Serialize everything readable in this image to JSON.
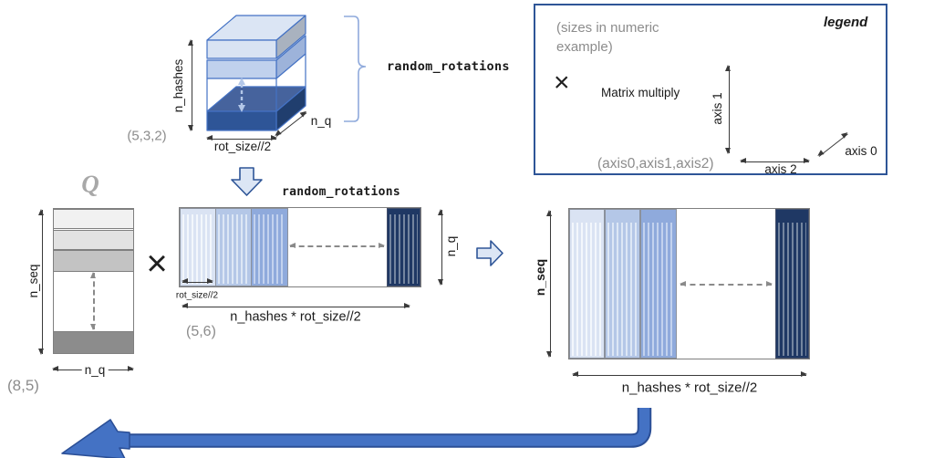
{
  "colors": {
    "navy": "#1f3864",
    "medium_blue": "#8faadc",
    "light_blue": "#b4c7e7",
    "pale_blue": "#dae3f3",
    "outline_blue": "#4472c4",
    "legend_border": "#2e5597",
    "flow_arrow_blue": "#4472c4",
    "matrix_border_gray": "#7f7f7f",
    "annotation_gray": "#8c8c8c"
  },
  "top_cube": {
    "shape": "(5,3,2)",
    "height_label": "n_hashes",
    "width_label": "rot_size//2",
    "depth_label": "n_q",
    "name": "random_rotations"
  },
  "legend": {
    "note": "(sizes in numeric example)",
    "title": "legend",
    "multiply_symbol": "×",
    "multiply_label": "Matrix multiply",
    "axes_tuple": "(axis0,axis1,axis2)",
    "axis1_label": "axis 1",
    "axis2_label": "axis 2",
    "axis0_label": "axis 0"
  },
  "q_matrix": {
    "title": "Q",
    "height_label": "n_seq",
    "width_label": "n_q",
    "shape": "(8,5)"
  },
  "operator": {
    "multiply_symbol": "×"
  },
  "rotations_matrix": {
    "title": "random_rotations",
    "block_width_label": "rot_size//2",
    "width_label": "n_hashes * rot_size//2",
    "height_label": "n_q",
    "shape": "(5,6)"
  },
  "result_matrix": {
    "height_label": "n_seq",
    "width_label": "n_hashes * rot_size//2"
  }
}
